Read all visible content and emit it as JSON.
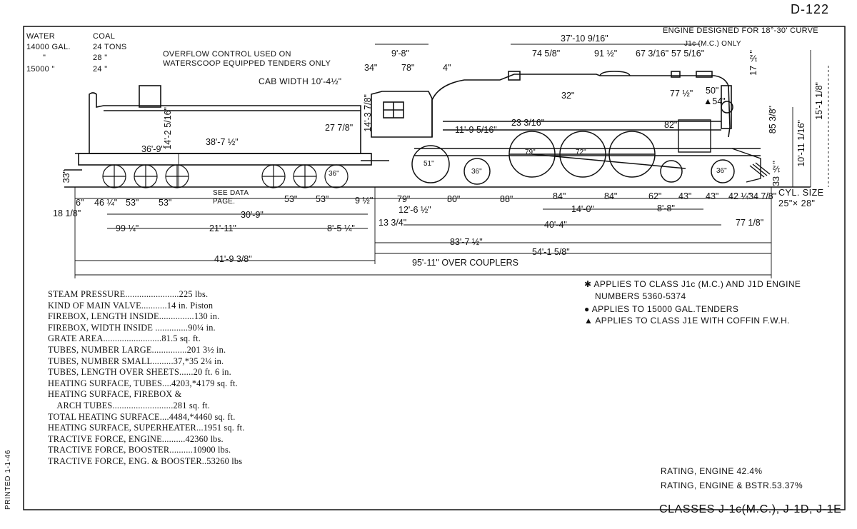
{
  "sheet_id": "D-122",
  "printed": "PRINTED 1-1-46",
  "curve_note": "ENGINE DESIGNED FOR 18°-30' CURVE",
  "tender_table": {
    "head_water": "WATER",
    "head_coal": "COAL",
    "row1_water": "14000 GAL.",
    "row1_coal": "24 TONS",
    "row2_water": "\"",
    "row2_coal": "28 \"",
    "row3_water": "15000 \"",
    "row3_coal": "24 \""
  },
  "overflow_note": "OVERFLOW CONTROL USED ON\nWATERSCOOP EQUIPPED TENDERS ONLY",
  "cab_width": "CAB WIDTH 10'-4½\"",
  "j1c_only": "J1c (M.C.) ONLY",
  "see_data": "SEE DATA\nPAGE.",
  "cyl_size": "CYL. SIZE\n25\"× 28\"",
  "over_couplers": "95'-11\" OVER COUPLERS",
  "dimensions": {
    "d_9_8": "9'-8\"",
    "d_37_10": "37'-10 9/16\"",
    "d_74": "74 5/8\"",
    "d_91": "91 ½\"",
    "d_67": "67 3/16\"",
    "d_57": "57 5/16\"",
    "d_17": "17 ½\"",
    "d_34": "34\"",
    "d_78": "78\"",
    "d_4": "4\"",
    "d_15_1": "15'-1 1/8\"",
    "d_32": "32\"",
    "d_77": "77 ½\"",
    "d_50": "50\"",
    "d_54": "▲54\"",
    "d_14_2": "14'-2 5/16\"",
    "d_14_3": "14'-3 7/8\"",
    "d_36_9": "36'-9\"",
    "d_38_7": "38'-7 ½\"",
    "d_27": "27 7/8\"",
    "d_11_9": "11'-9 5/16\"",
    "d_23": "23 3/16\"",
    "d_82": "82\"",
    "d_85": "85 3/8\"",
    "d_10_11": "10'-11 1/16\"",
    "d_33_tender": "33\"",
    "d_33_pilot": "33 ½\"",
    "d_6": "6\"",
    "d_46": "46 ¼\"",
    "d_53a": "53\"",
    "d_53b": "53\"",
    "d_53c": "53\"",
    "d_53d": "53\"",
    "d_9_half": "9 ½\"",
    "d_79": "79\"",
    "d_80": "80\"",
    "d_88": "88\"",
    "d_84a": "84\"",
    "d_84b": "84\"",
    "d_62": "62\"",
    "d_43a": "43\"",
    "d_43b": "43\"",
    "d_42": "42 ¼\"",
    "d_34b": "34 7/8\"",
    "d_18": "18 1/8\"",
    "d_30_9": "30'-9\"",
    "d_13": "13 3/4\"",
    "d_12_6": "12'-6 ½\"",
    "d_14_0": "14'-0\"",
    "d_8_8": "8'-8\"",
    "d_99": "99 ¼\"",
    "d_21_11": "21'-11\"",
    "d_8_5": "8'-5 ¼\"",
    "d_40_4": "40'-4\"",
    "d_77b": "77 1/8\"",
    "d_83_7": "83'-7 ½\"",
    "d_41_9": "41'-9 3/8\"",
    "d_54_1": "54'-1 5/8\"",
    "wheel_36": "36\"",
    "wheel_51": "51\"",
    "wheel_72": "72\"",
    "wheel_79": "79\"",
    "wheel_36b": "36\"",
    "wheel_36c": "36\""
  },
  "specs": [
    "STEAM PRESSURE.......................225 lbs.",
    "KIND OF MAIN VALVE...........14 in. Piston",
    "FIREBOX, LENGTH INSIDE...............130 in.",
    "FIREBOX, WIDTH INSIDE ..............90¼ in.",
    "GRATE AREA.........................81.5 sq. ft.",
    "TUBES, NUMBER LARGE...............201 3½ in.",
    "TUBES, NUMBER SMALL.........37,*35 2¼ in.",
    "TUBES, LENGTH OVER SHEETS......20 ft. 6 in.",
    "HEATING SURFACE, TUBES....4203,*4179 sq. ft.",
    "HEATING SURFACE, FIREBOX &",
    "    ARCH TUBES..........................281 sq. ft.",
    "TOTAL HEATING SURFACE....4484,*4460 sq. ft.",
    "HEATING SURFACE, SUPERHEATER...1951 sq. ft.",
    "TRACTIVE FORCE, ENGINE..........42360 lbs.",
    "TRACTIVE FORCE, BOOSTER..........10900 lbs.",
    "TRACTIVE FORCE, ENG. & BOOSTER..53260 lbs"
  ],
  "legend": {
    "star": "✱ APPLIES TO CLASS J1c (M.C.) AND J1D ENGINE",
    "star2": "NUMBERS 5360-5374",
    "dot": "● APPLIES TO 15000 GAL.TENDERS",
    "tri": "▲ APPLIES TO CLASS J1E WITH COFFIN F.W.H."
  },
  "rating_engine": "RATING, ENGINE 42.4%",
  "rating_bstr": "RATING, ENGINE & BSTR.53.37%",
  "classes": "CLASSES J-1c(M.C.), J-1D, J-1E"
}
